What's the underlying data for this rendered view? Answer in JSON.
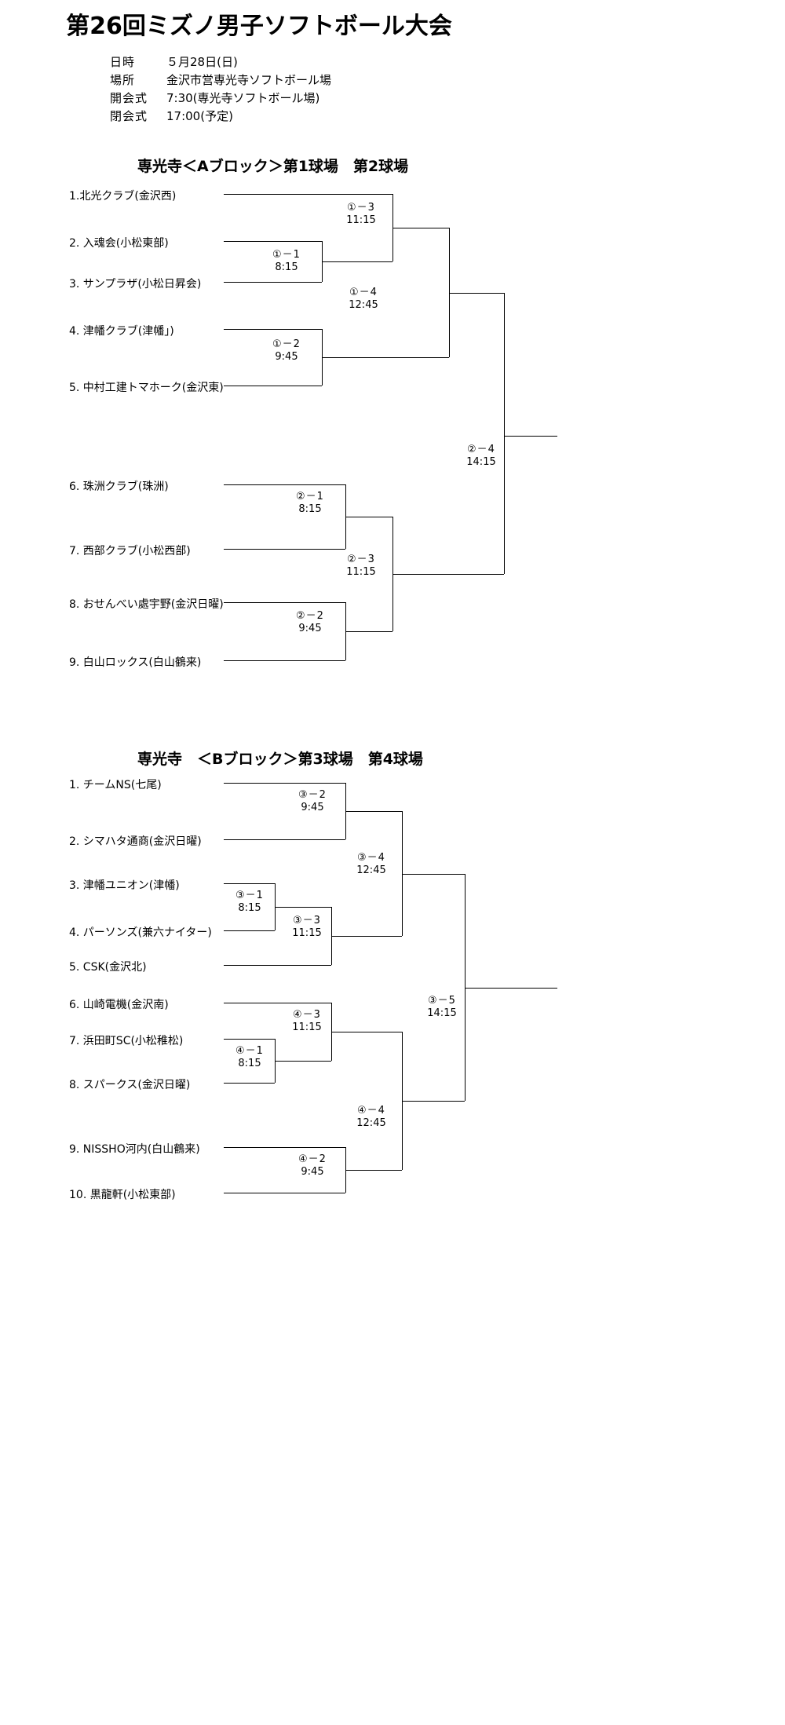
{
  "title": "第26回ミズノ男子ソフトボール大会",
  "info": [
    {
      "label": "日時",
      "value": "５月28日(日)"
    },
    {
      "label": "場所",
      "value": "金沢市営専光寺ソフトボール場"
    },
    {
      "label": "開会式",
      "value": "7:30(専光寺ソフトボール場)"
    },
    {
      "label": "閉会式",
      "value": "17:00(予定)"
    }
  ],
  "blocks": [
    {
      "heading": "専光寺＜Aブロック＞第1球場　第2球場",
      "teams": [
        "1.北光クラブ(金沢西)",
        "2. 入魂会(小松東部)",
        "3. サンプラザ(小松日昇会)",
        "4. 津幡クラブ(津幡」)",
        "5. 中村工建トマホーク(金沢東)",
        "6. 珠洲クラブ(珠洲)",
        "7. 西部クラブ(小松西部)",
        "8. おせんべい處宇野(金沢日曜)",
        "9. 白山ロックス(白山鶴来)"
      ],
      "matches": [
        {
          "no": "①－1",
          "time": "8:15"
        },
        {
          "no": "①－3",
          "time": "11:15"
        },
        {
          "no": "①－2",
          "time": "9:45"
        },
        {
          "no": "①－4",
          "time": "12:45"
        },
        {
          "no": "②－1",
          "time": "8:15"
        },
        {
          "no": "②－3",
          "time": "11:15"
        },
        {
          "no": "②－2",
          "time": "9:45"
        },
        {
          "no": "②－4",
          "time": "14:15"
        }
      ]
    },
    {
      "heading": "専光寺　＜Bブロック＞第3球場　第4球場",
      "teams": [
        "1. チームNS(七尾)",
        "2. シマハタ通商(金沢日曜)",
        "3. 津幡ユニオン(津幡)",
        "4. パーソンズ(兼六ナイター)",
        "5. CSK(金沢北)",
        "6. 山崎電機(金沢南)",
        "7. 浜田町SC(小松稚松)",
        "8. スパークス(金沢日曜)",
        "9. NISSHO河内(白山鶴来)",
        "10. 黒龍軒(小松東部)"
      ],
      "matches": [
        {
          "no": "③－2",
          "time": "9:45"
        },
        {
          "no": "③－1",
          "time": "8:15"
        },
        {
          "no": "③－3",
          "time": "11:15"
        },
        {
          "no": "③－4",
          "time": "12:45"
        },
        {
          "no": "④－3",
          "time": "11:15"
        },
        {
          "no": "④－1",
          "time": "8:15"
        },
        {
          "no": "④－2",
          "time": "9:45"
        },
        {
          "no": "④－4",
          "time": "12:45"
        },
        {
          "no": "③－5",
          "time": "14:15"
        }
      ]
    }
  ]
}
